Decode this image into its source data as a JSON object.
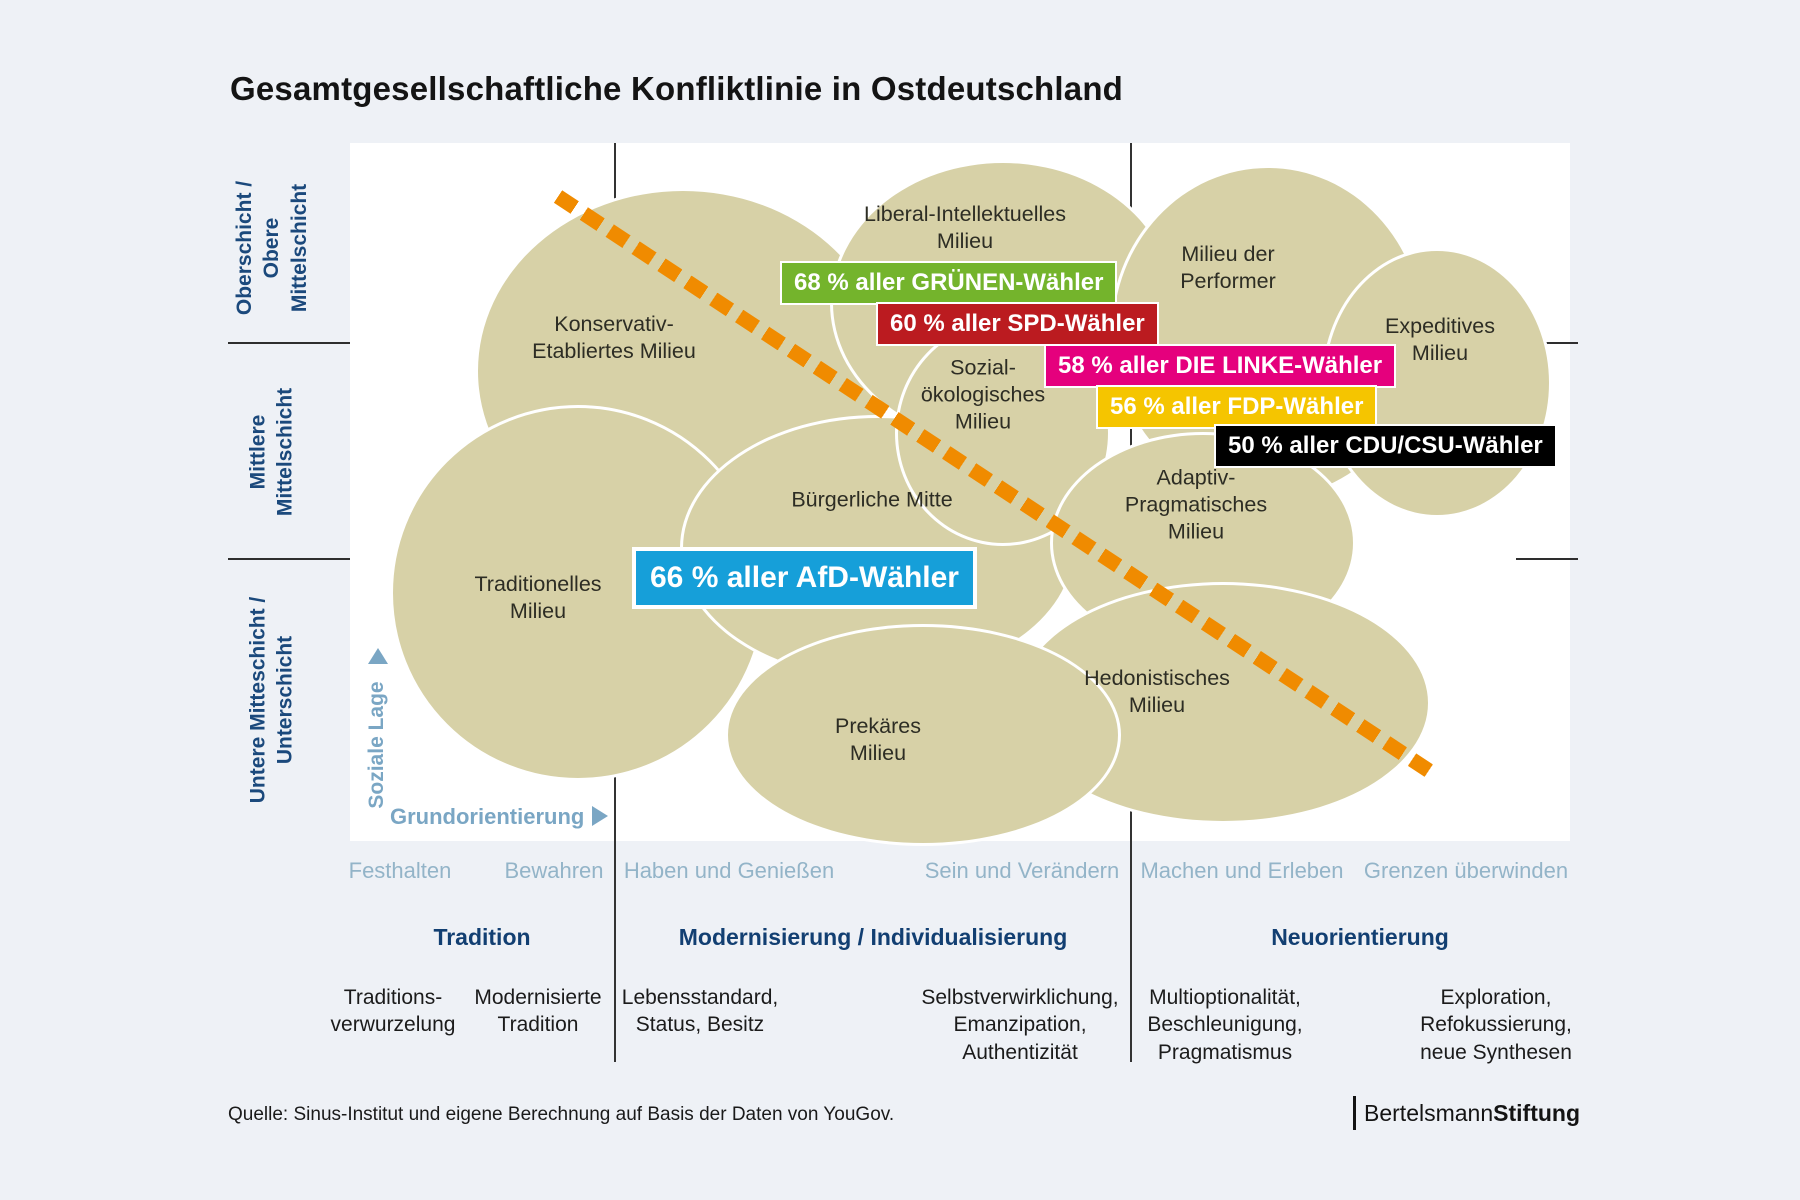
{
  "title": "Gesamtgesellschaftliche Konfliktlinie in Ostdeutschland",
  "strata": [
    {
      "label": "Oberschicht /\nObere\nMittelschicht"
    },
    {
      "label": "Mittlere\nMittelschicht"
    },
    {
      "label": "Untere Mitteschicht /\nUnterschicht"
    }
  ],
  "axes": {
    "vertical": "Soziale Lage",
    "horizontal": "Grundorientierung"
  },
  "orientations": [
    "Festhalten",
    "Bewahren",
    "Haben und Genießen",
    "Sein und Verändern",
    "Machen und Erleben",
    "Grenzen überwinden"
  ],
  "categories": [
    "Tradition",
    "Modernisierung / Individualisierung",
    "Neuorientierung"
  ],
  "category_details": [
    "Traditions-\nverwurzelung",
    "Modernisierte\nTradition",
    "Lebensstandard,\nStatus, Besitz",
    "Selbstverwirklichung,\nEmanzipation,\nAuthentizität",
    "Multioptionalität,\nBeschleunigung,\nPragmatismus",
    "Exploration,\nRefokussierung,\nneue Synthesen"
  ],
  "milieus": [
    {
      "label": "Konservativ-\nEtabliertes Milieu"
    },
    {
      "label": "Liberal-Intellektuelles\nMilieu"
    },
    {
      "label": "Milieu der\nPerformer"
    },
    {
      "label": "Expeditives\nMilieu"
    },
    {
      "label": "Sozial-\nökologisches\nMilieu"
    },
    {
      "label": "Adaptiv-\nPragmatisches\nMilieu"
    },
    {
      "label": "Bürgerliche Mitte"
    },
    {
      "label": "Traditionelles\nMilieu"
    },
    {
      "label": "Prekäres\nMilieu"
    },
    {
      "label": "Hedonistisches\nMilieu"
    }
  ],
  "badges": [
    {
      "label": "68 % aller GRÜNEN-Wähler",
      "color": "#74b42c"
    },
    {
      "label": "60 % aller SPD-Wähler",
      "color": "#bb1b20"
    },
    {
      "label": "58 % aller DIE LINKE-Wähler",
      "color": "#e5007d"
    },
    {
      "label": "56 % aller FDP-Wähler",
      "color": "#f5c500"
    },
    {
      "label": "50 % aller CDU/CSU-Wähler",
      "color": "#000000"
    },
    {
      "label": "66 % aller AfD-Wähler",
      "color": "#169fd9"
    }
  ],
  "conflict_line_color": "#f08b00",
  "milieu_fill_color": "#d7d1a7",
  "source": "Quelle: Sinus-Institut und eigene Berechnung auf Basis der Daten von YouGov.",
  "logo": {
    "name": "Bertelsmann",
    "suffix": "Stiftung"
  }
}
